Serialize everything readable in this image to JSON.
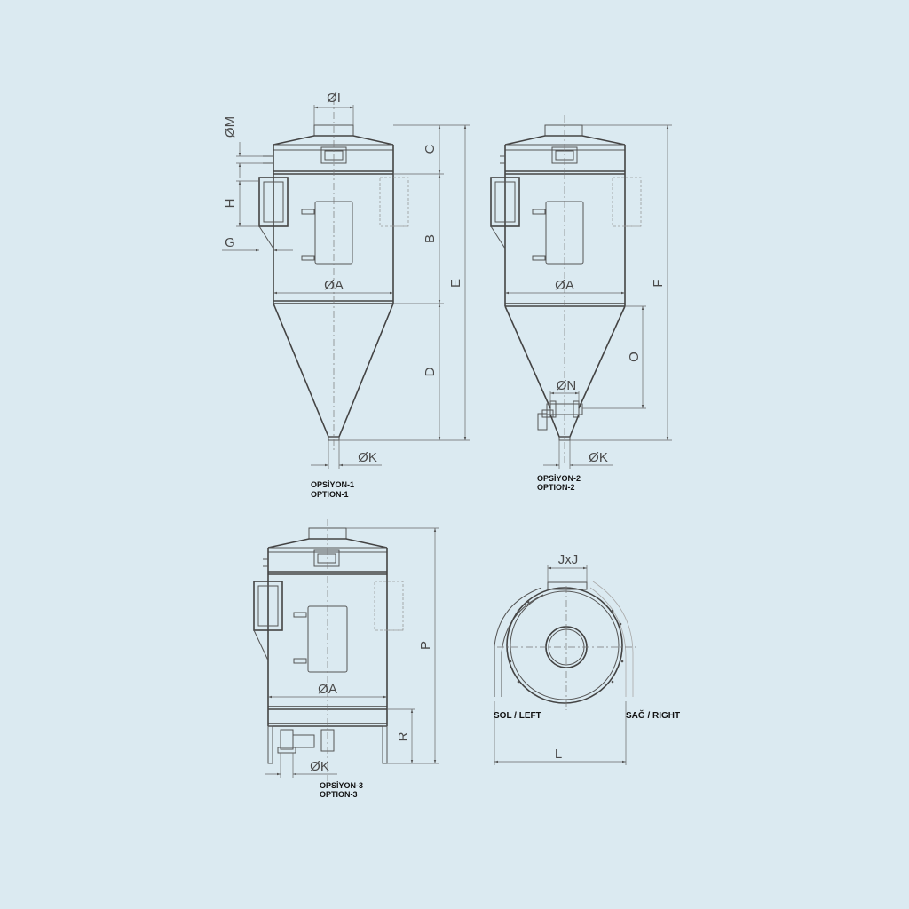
{
  "option1": {
    "caption_tr": "OPSİYON-1",
    "caption_en": "OPTION-1",
    "dims": {
      "I": "ØI",
      "M": "ØM",
      "C": "C",
      "H": "H",
      "B": "B",
      "G": "G",
      "A": "ØA",
      "E": "E",
      "D": "D",
      "K": "ØK"
    }
  },
  "option2": {
    "caption_tr": "OPSİYON-2",
    "caption_en": "OPTION-2",
    "dims": {
      "A": "ØA",
      "F": "F",
      "O": "O",
      "N": "ØN",
      "K": "ØK"
    }
  },
  "option3": {
    "caption_tr": "OPSİYON-3",
    "caption_en": "OPTION-3",
    "dims": {
      "A": "ØA",
      "P": "P",
      "R": "R",
      "K": "ØK"
    }
  },
  "topview": {
    "dims": {
      "J": "JxJ",
      "L": "L"
    },
    "left_label": "SOL / LEFT",
    "right_label": "SAĞ / RIGHT"
  },
  "colors": {
    "background": "#dbeaf1",
    "lines": "#555555"
  }
}
